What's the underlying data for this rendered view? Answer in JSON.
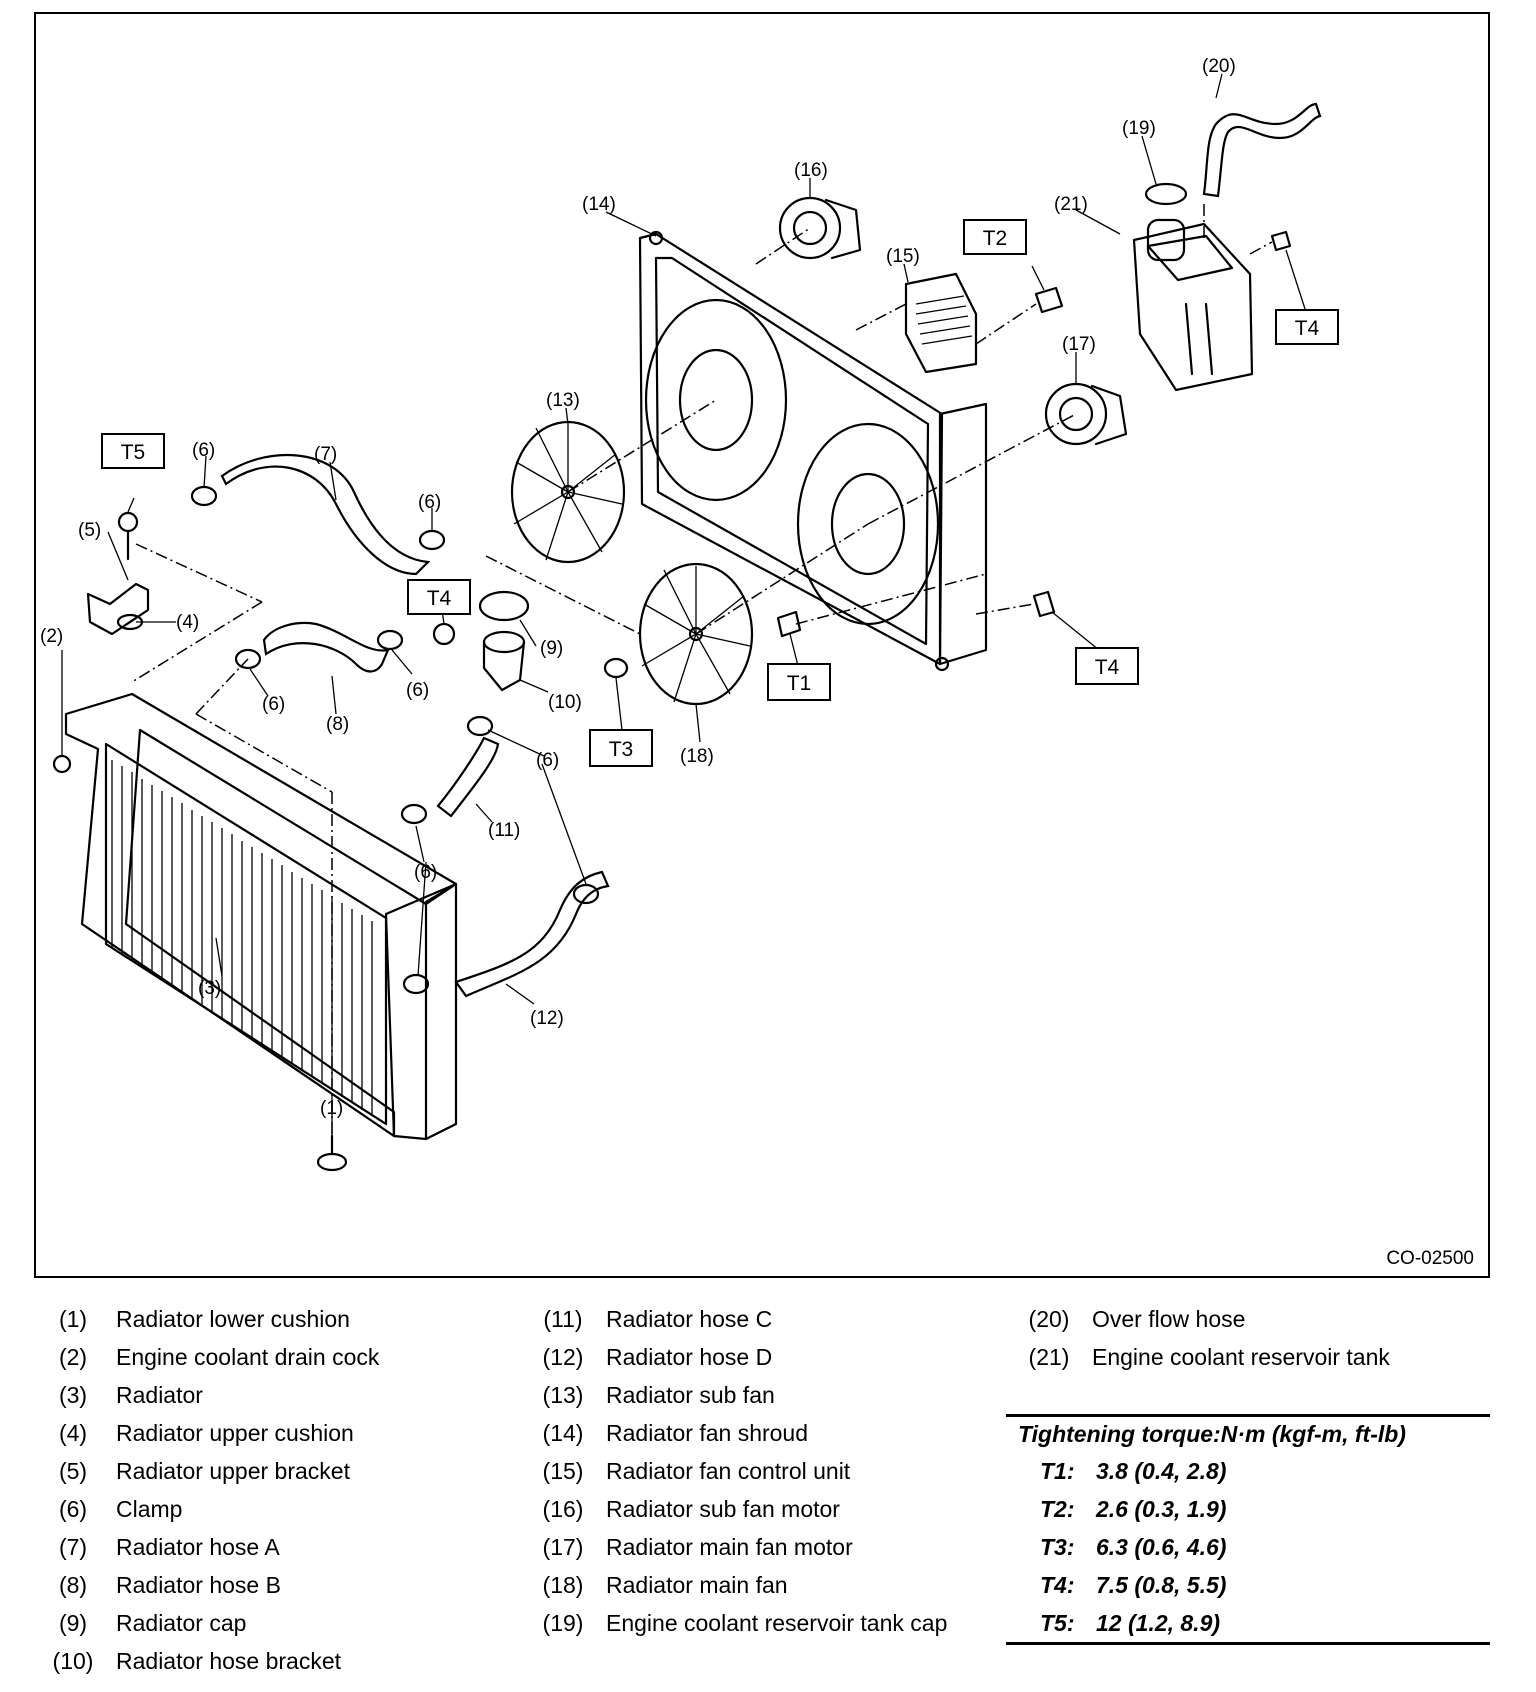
{
  "diagram": {
    "code": "CO-02500",
    "callouts": [
      "(1)",
      "(2)",
      "(3)",
      "(4)",
      "(5)",
      "(6)",
      "(7)",
      "(8)",
      "(9)",
      "(10)",
      "(11)",
      "(12)",
      "(13)",
      "(14)",
      "(15)",
      "(16)",
      "(17)",
      "(18)",
      "(19)",
      "(20)",
      "(21)"
    ],
    "torque_tags": [
      "T1",
      "T2",
      "T3",
      "T4",
      "T5"
    ]
  },
  "legend": [
    [
      {
        "num": "(1)",
        "name": "Radiator lower cushion"
      },
      {
        "num": "(2)",
        "name": "Engine coolant drain cock"
      },
      {
        "num": "(3)",
        "name": "Radiator"
      },
      {
        "num": "(4)",
        "name": "Radiator upper cushion"
      },
      {
        "num": "(5)",
        "name": "Radiator upper bracket"
      },
      {
        "num": "(6)",
        "name": "Clamp"
      },
      {
        "num": "(7)",
        "name": "Radiator hose A"
      },
      {
        "num": "(8)",
        "name": "Radiator hose B"
      },
      {
        "num": "(9)",
        "name": "Radiator cap"
      },
      {
        "num": "(10)",
        "name": "Radiator hose bracket"
      }
    ],
    [
      {
        "num": "(11)",
        "name": "Radiator hose C"
      },
      {
        "num": "(12)",
        "name": "Radiator hose D"
      },
      {
        "num": "(13)",
        "name": "Radiator sub fan"
      },
      {
        "num": "(14)",
        "name": "Radiator fan shroud"
      },
      {
        "num": "(15)",
        "name": "Radiator fan control unit"
      },
      {
        "num": "(16)",
        "name": "Radiator sub fan motor"
      },
      {
        "num": "(17)",
        "name": "Radiator main fan motor"
      },
      {
        "num": "(18)",
        "name": "Radiator main fan"
      },
      {
        "num": "(19)",
        "name": "Engine coolant reservoir tank cap"
      }
    ],
    [
      {
        "num": "(20)",
        "name": "Over flow hose"
      },
      {
        "num": "(21)",
        "name": "Engine coolant reservoir tank"
      }
    ]
  ],
  "torque": {
    "title": "Tightening torque:N·m (kgf-m, ft-lb)",
    "rows": [
      {
        "key": "T1:",
        "value": "3.8 (0.4, 2.8)"
      },
      {
        "key": "T2:",
        "value": "2.6 (0.3, 1.9)"
      },
      {
        "key": "T3:",
        "value": "6.3 (0.6, 4.6)"
      },
      {
        "key": "T4:",
        "value": "7.5 (0.8, 5.5)"
      },
      {
        "key": "T5:",
        "value": "12 (1.2, 8.9)"
      }
    ]
  }
}
